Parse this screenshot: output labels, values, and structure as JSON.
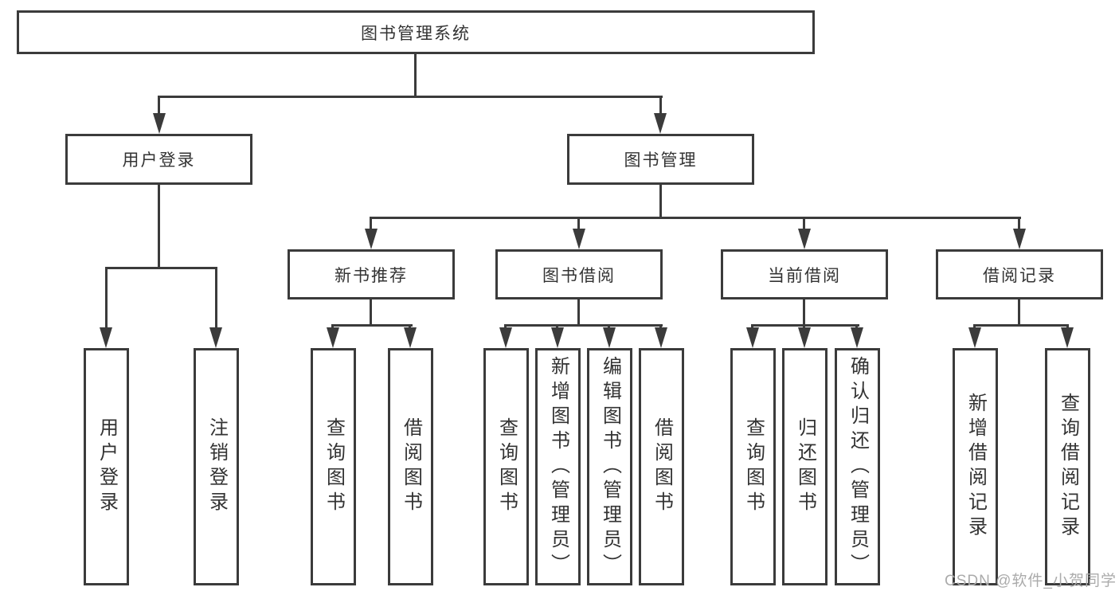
{
  "diagram": {
    "type": "tree",
    "root": {
      "label": "图书管理系统"
    },
    "branches": [
      {
        "label": "用户登录",
        "children": [
          {
            "label": "用户登录"
          },
          {
            "label": "注销登录"
          }
        ]
      },
      {
        "label": "图书管理",
        "children": [
          {
            "label": "新书推荐",
            "children": [
              {
                "label": "查询图书"
              },
              {
                "label": "借阅图书"
              }
            ]
          },
          {
            "label": "图书借阅",
            "children": [
              {
                "label": "查询图书"
              },
              {
                "label": "新增图书（管理员）"
              },
              {
                "label": "编辑图书（管理员）"
              },
              {
                "label": "借阅图书"
              }
            ]
          },
          {
            "label": "当前借阅",
            "children": [
              {
                "label": "查询图书"
              },
              {
                "label": "归还图书"
              },
              {
                "label": "确认归还（管理员）"
              }
            ]
          },
          {
            "label": "借阅记录",
            "children": [
              {
                "label": "新增借阅记录"
              },
              {
                "label": "查询借阅记录"
              }
            ]
          }
        ]
      }
    ],
    "watermark": "CSDN @软件_小贺同学",
    "colors": {
      "line": "#3b3b3b",
      "text": "#333333",
      "watermark": "#ababab",
      "background": "#ffffff"
    }
  }
}
